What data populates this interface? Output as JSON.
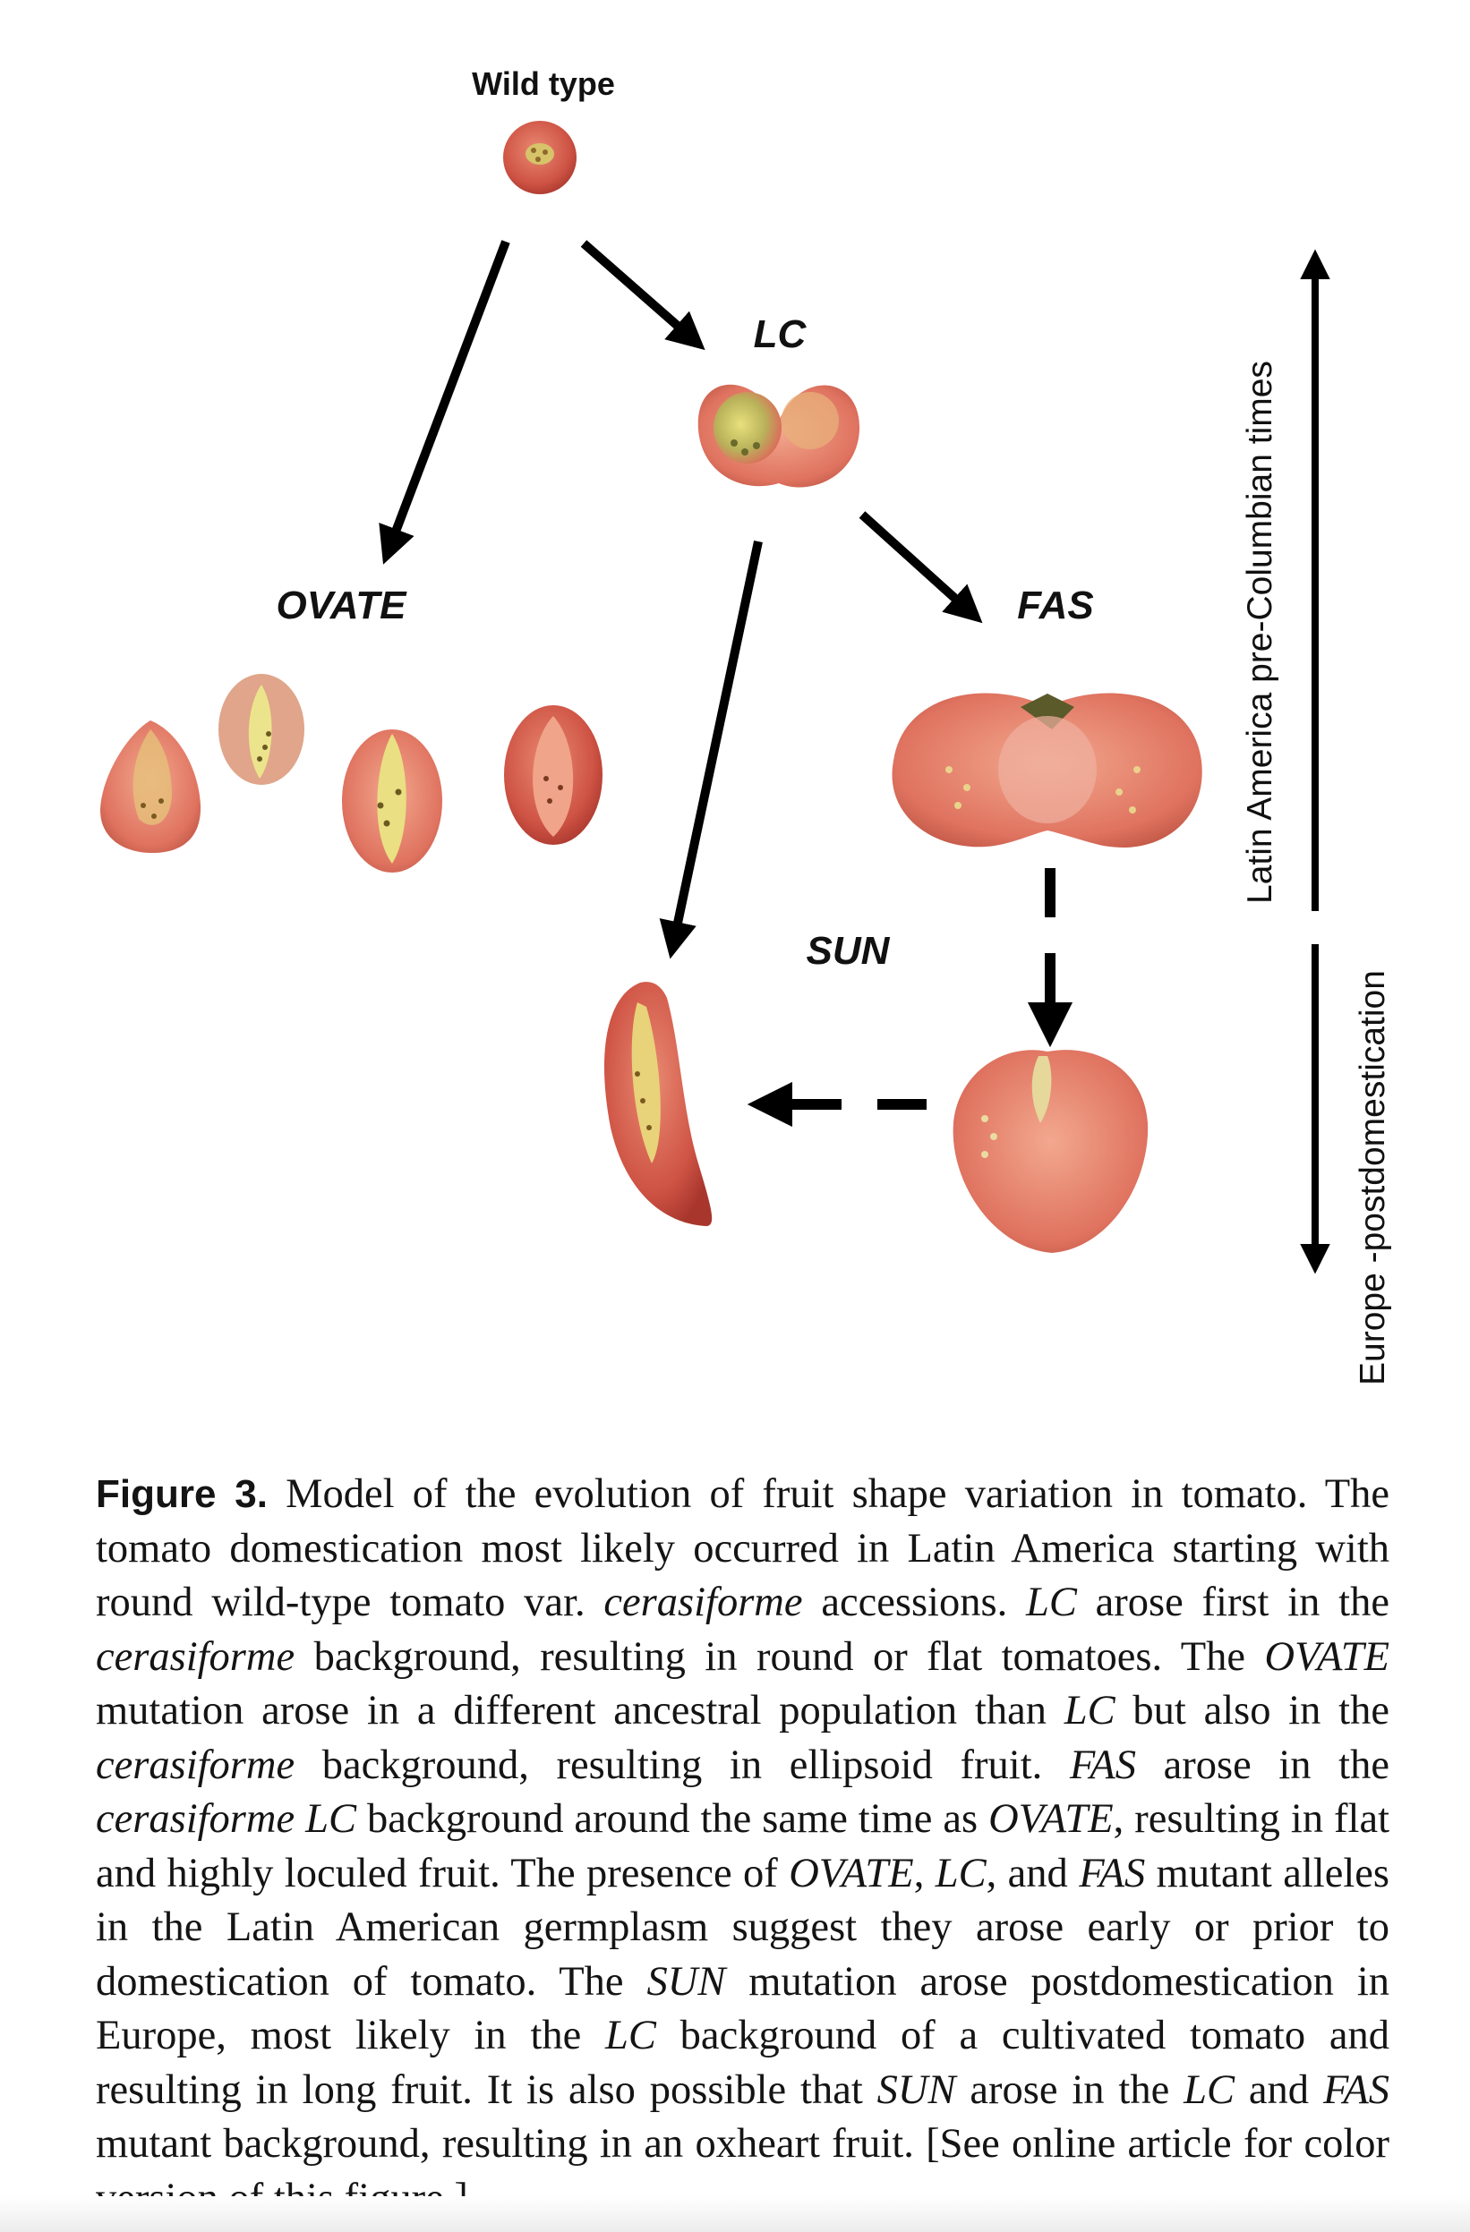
{
  "figure": {
    "labels": {
      "wild_type": "Wild type",
      "lc": "LC",
      "ovate": "OVATE",
      "fas": "FAS",
      "sun": "SUN"
    },
    "axis": {
      "upper": "Latin America pre-Columbian times",
      "lower": "Europe -postdomestication"
    },
    "colors": {
      "tomato_red": "#c9473c",
      "locule_yellow": "#c9b55a",
      "arrow": "#000000"
    }
  },
  "caption": {
    "label": "Figure 3.",
    "segments": [
      {
        "t": " Model of the evolution of fruit shape variation in tomato. The tomato domestication most likely occurred in Latin America starting with round wild-type tomato var. "
      },
      {
        "t": "cerasiforme",
        "i": true
      },
      {
        "t": " accessions. "
      },
      {
        "t": "LC",
        "i": true
      },
      {
        "t": " arose first in the "
      },
      {
        "t": "cerasiforme",
        "i": true
      },
      {
        "t": " background, resulting in round or flat tomatoes. The "
      },
      {
        "t": "OVATE",
        "i": true
      },
      {
        "t": " mutation arose in a different ancestral population than "
      },
      {
        "t": "LC",
        "i": true
      },
      {
        "t": " but also in the "
      },
      {
        "t": "cerasiforme",
        "i": true
      },
      {
        "t": " background, resulting in ellipsoid fruit. "
      },
      {
        "t": "FAS",
        "i": true
      },
      {
        "t": " arose in the "
      },
      {
        "t": "cerasiforme LC",
        "i": true
      },
      {
        "t": " background around the same time as "
      },
      {
        "t": "OVATE",
        "i": true
      },
      {
        "t": ", resulting in flat and highly loculed fruit. The presence of "
      },
      {
        "t": "OVATE",
        "i": true
      },
      {
        "t": ", "
      },
      {
        "t": "LC",
        "i": true
      },
      {
        "t": ", and "
      },
      {
        "t": "FAS",
        "i": true
      },
      {
        "t": " mutant alleles in the Latin American germplasm suggest they arose early or prior to domestication of tomato. The "
      },
      {
        "t": "SUN",
        "i": true
      },
      {
        "t": " mutation arose postdomestication in Europe, most likely in the "
      },
      {
        "t": "LC",
        "i": true
      },
      {
        "t": " background of a cultivated tomato and resulting in long fruit. It is also possible that "
      },
      {
        "t": "SUN",
        "i": true
      },
      {
        "t": " arose in the "
      },
      {
        "t": "LC",
        "i": true
      },
      {
        "t": " and "
      },
      {
        "t": "FAS",
        "i": true
      },
      {
        "t": " mutant background, resulting in an oxheart fruit. [See online article for color version of this figure.]"
      }
    ]
  }
}
